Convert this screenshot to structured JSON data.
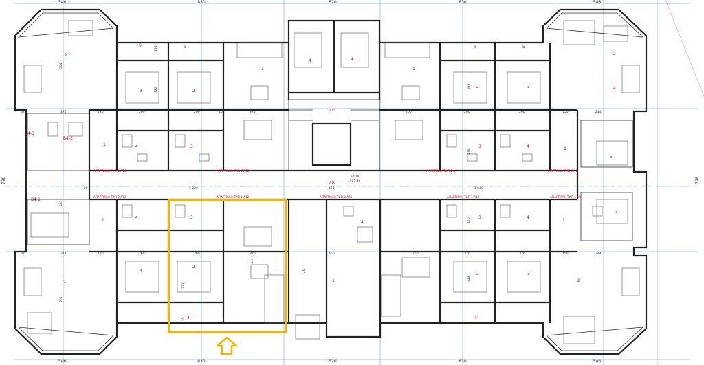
{
  "plan": {
    "top_dimensions": [
      "546°",
      "830",
      "520",
      "830",
      "546°"
    ],
    "bottom_dimensions": [
      "546°",
      "830",
      "520",
      "830",
      "546°"
    ],
    "side_dimension": "798",
    "room_dimensions": [
      "260",
      "260",
      "320",
      "320",
      "260",
      "260",
      "260",
      "260",
      "320",
      "320",
      "260",
      "260",
      "120",
      "120",
      "150",
      "150",
      "244",
      "244",
      "374",
      "374",
      "82°",
      "82°",
      "504",
      "504",
      "322",
      "322",
      "322",
      "322",
      "135",
      "135",
      "170",
      "170",
      "450",
      "450",
      "1 020",
      "1 040",
      "720",
      "485",
      "20",
      "10"
    ],
    "room_numbers": [
      "1",
      "1",
      "1",
      "1",
      "1",
      "1",
      "1",
      "1",
      "2",
      "2",
      "2",
      "2",
      "2",
      "2",
      "2",
      "2",
      "3",
      "3",
      "3",
      "3",
      "3",
      "3",
      "3",
      "3",
      "4",
      "4",
      "4",
      "4",
      "4",
      "4",
      "4",
      "4",
      "4",
      "4",
      "5",
      "5",
      "5",
      "5",
      "5",
      "5"
    ],
    "unit_labels": [
      "АПАРТМАН ТИП 2-А14",
      "АПАРТМАН ТИП 1-А15",
      "АПАРТМАН ТИП 1-А7",
      "АПАРТМАН ТИП 4-А6",
      "АПАРТМАН ТИП 2-А13",
      "АПАРТМАН ТИП 1-А12",
      "АПАРТМАН ТИП 0-А11",
      "АПАРТМАН ТИП 1-А10",
      "АПАРТМАН ТИП 4-А9"
    ],
    "block_labels": [
      "В4-3",
      "В4-2",
      "В4-1"
    ],
    "stair_labels": [
      "В-15",
      "В-16"
    ],
    "elevation_labels": [
      "±0,00",
      "=987.40"
    ],
    "colors": {
      "highlight": "#f5b400",
      "room_text": "#d0021b",
      "axis": "#4a90d9",
      "wall": "#222222"
    },
    "arrow_icon": "up-arrow-icon"
  }
}
